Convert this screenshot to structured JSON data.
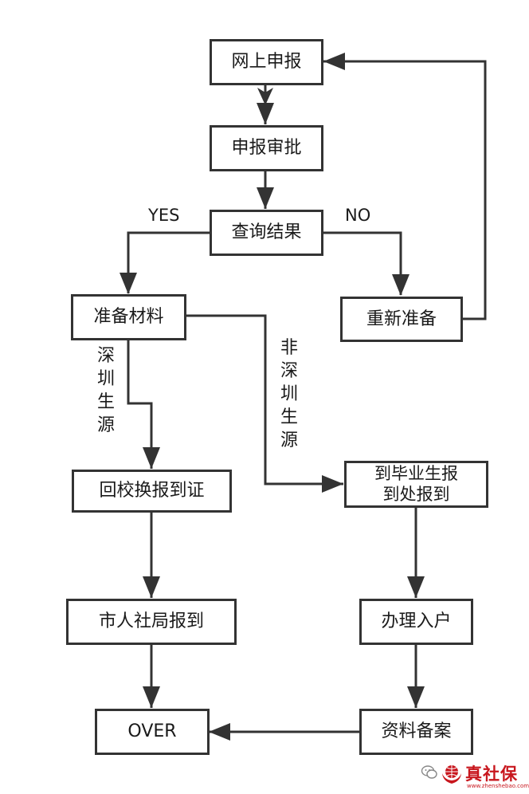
{
  "nodes": {
    "online_apply": "网上申报",
    "apply_review": "申报审批",
    "query_result": "查询结果",
    "prepare_materials": "准备材料",
    "re_prepare": "重新准备",
    "school_certificate": "回校换报到证",
    "graduate_office_line1": "到毕业生报",
    "graduate_office_line2": "到处报到",
    "hr_bureau_report": "市人社局报到",
    "household_registration": "办理入户",
    "archive_filing": "资料备案",
    "over": "OVER"
  },
  "edge_labels": {
    "yes": "YES",
    "no": "NO",
    "shenzhen_origin": "深圳生源",
    "non_shenzhen_origin": "非深圳生源"
  },
  "watermark": {
    "brand": "真社保",
    "url": "www.zhenshebao.com",
    "wechat_icon": "wechat-icon",
    "logo_icon": "globe-hands-icon"
  },
  "colors": {
    "line": "#333333",
    "brand": "#c8161d"
  }
}
